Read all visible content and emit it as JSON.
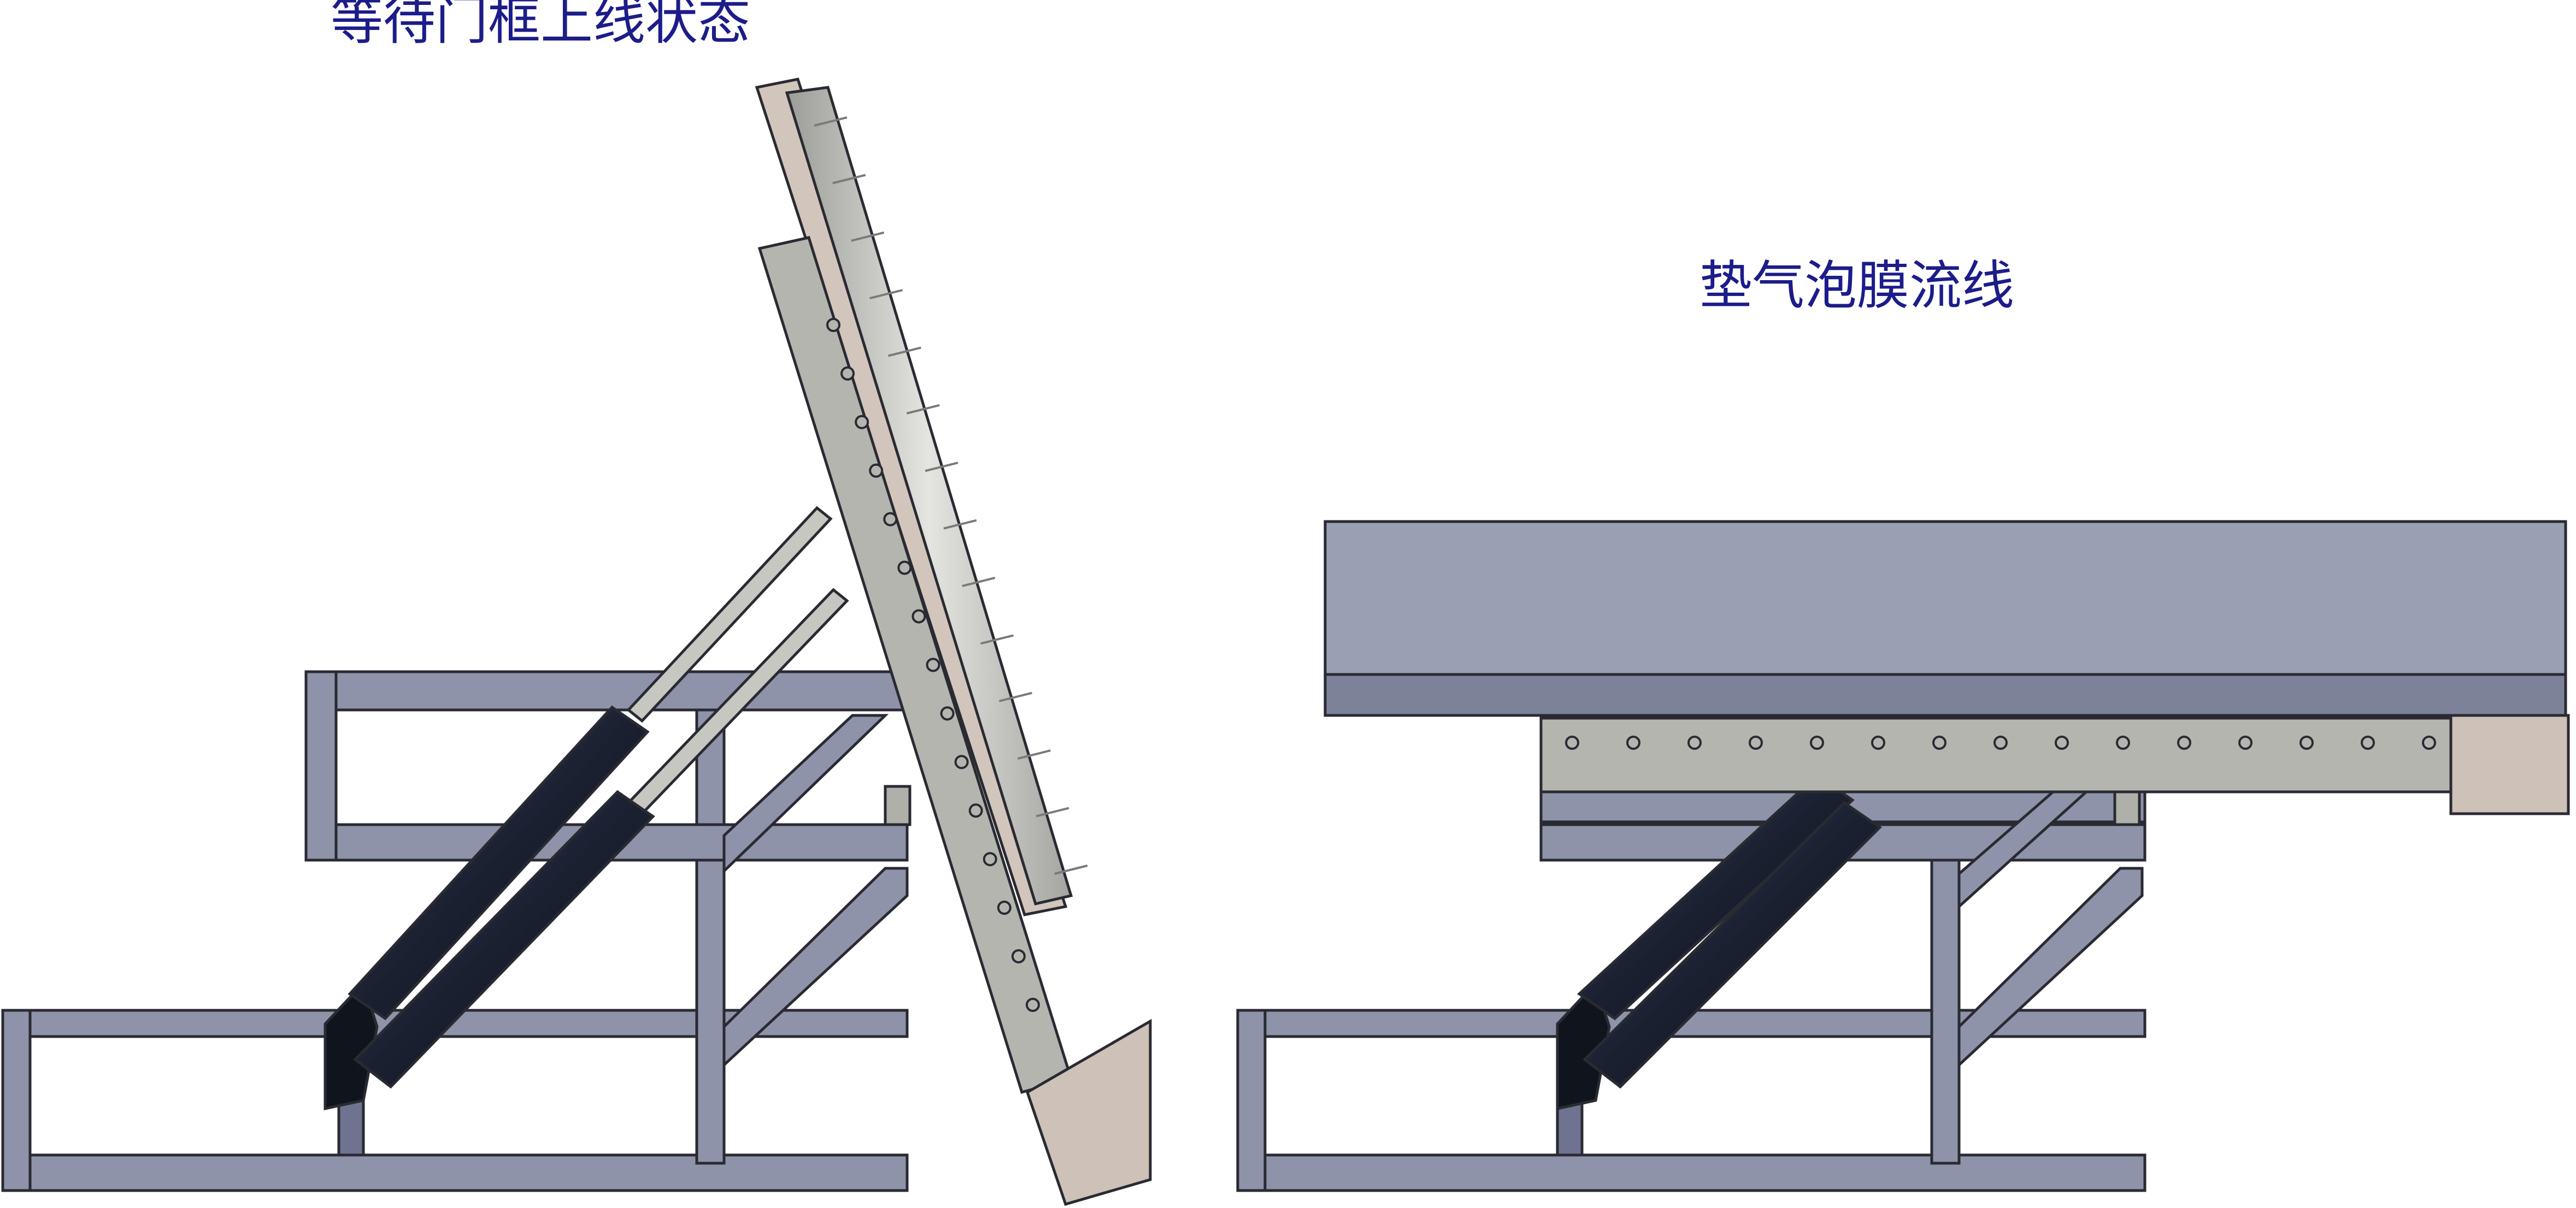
{
  "captions": {
    "left": "等待门框上线状态",
    "right": "垫气泡膜流线"
  },
  "colors": {
    "caption_text": "#1c1c8a",
    "frame_steel": "#8f93aa",
    "frame_outline": "#2a2a33",
    "cylinder": "#1e2535",
    "roller_plate": "#b5b5b0",
    "foam_pad": "#9aa0b4",
    "end_plate": "#cdc1b8"
  },
  "icons": {
    "left_assembly": "tilting-roller-table-raised",
    "right_assembly": "roller-table-lowered-with-pad"
  }
}
